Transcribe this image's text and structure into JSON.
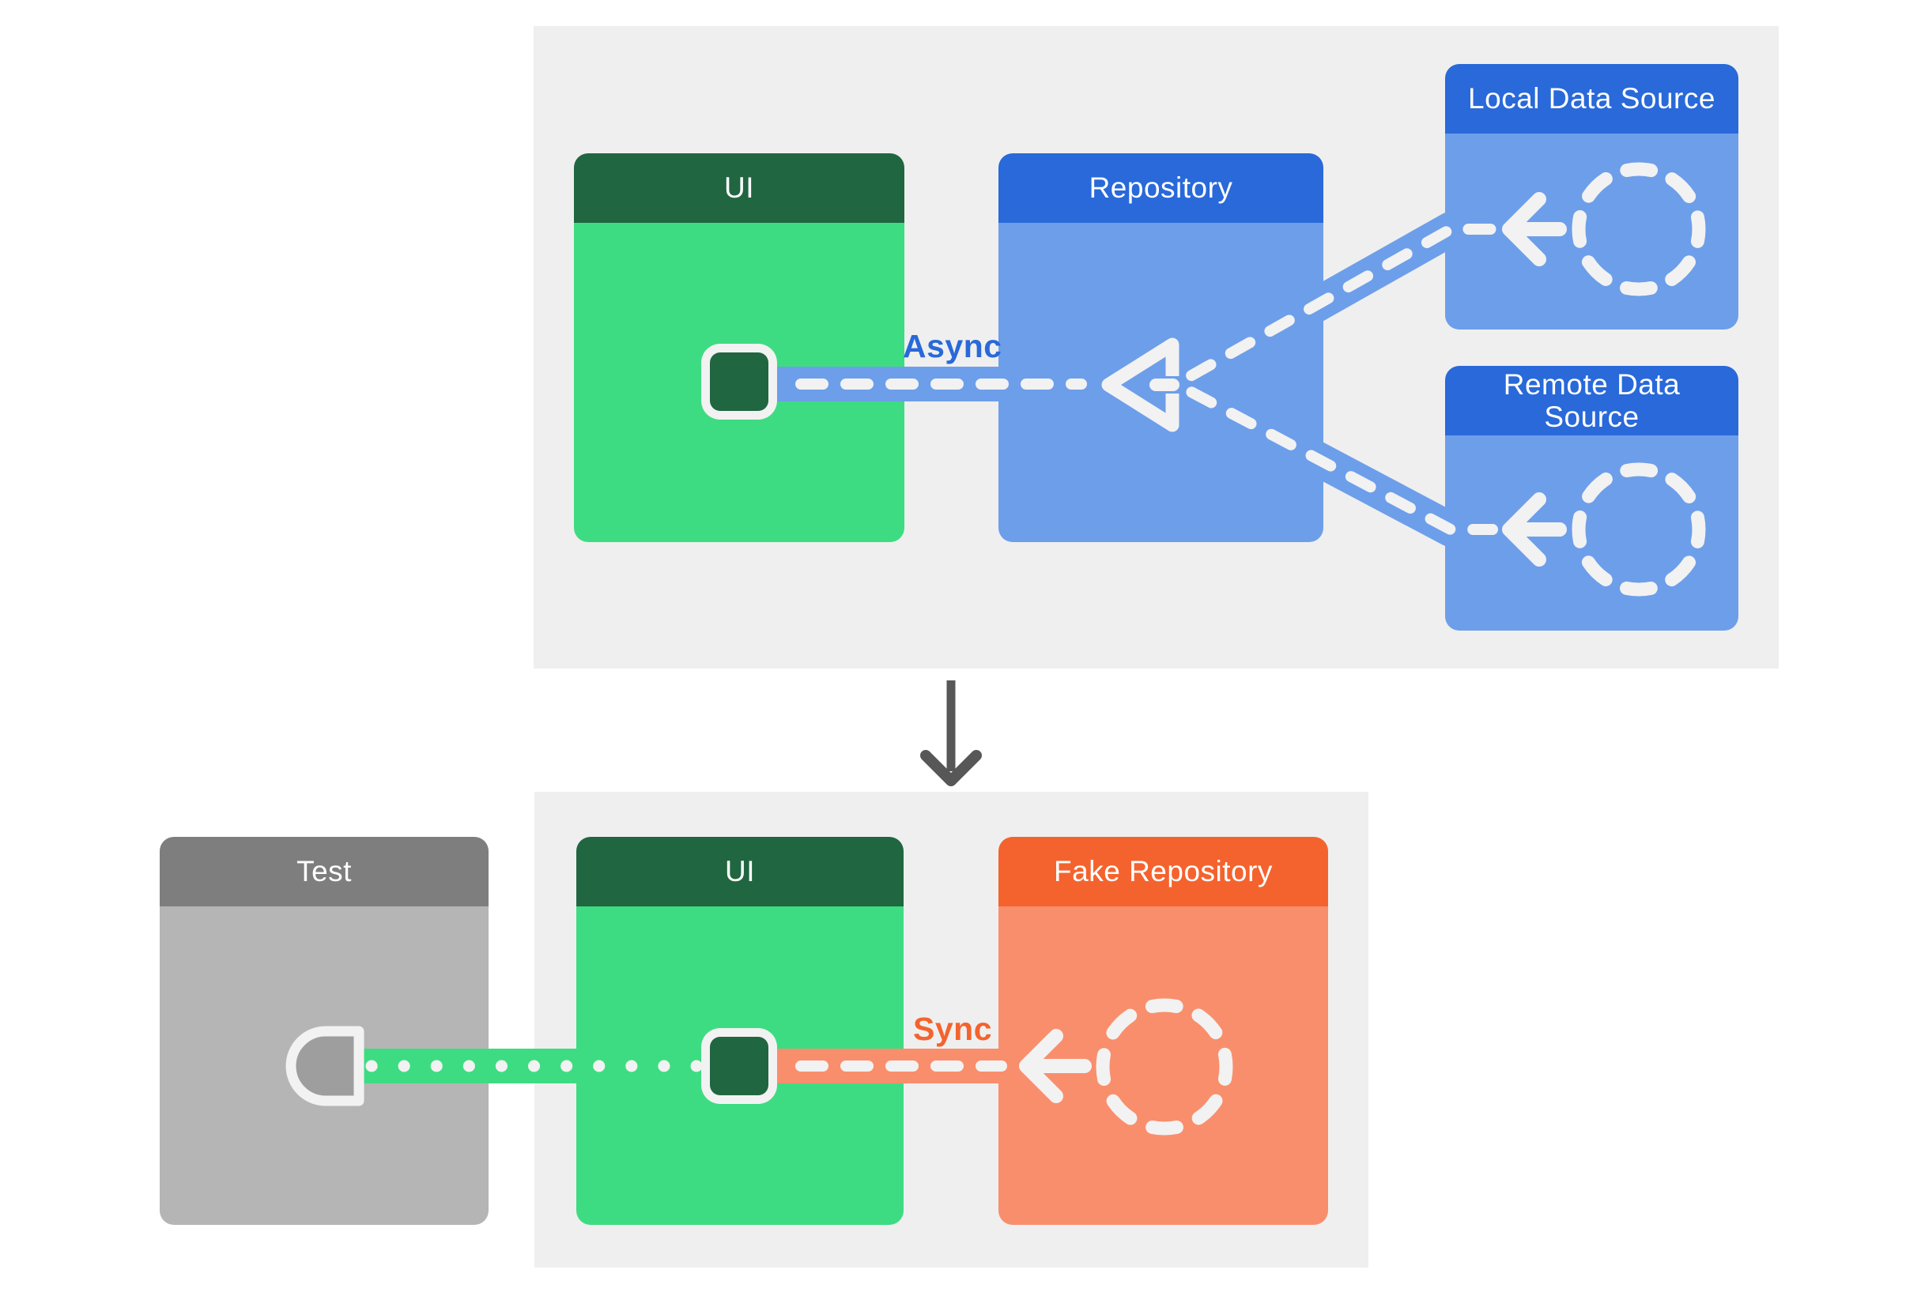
{
  "colors": {
    "page_bg": "#ffffff",
    "panel_bg": "#efefef",
    "green_header": "#206640",
    "green_body": "#3edc82",
    "blue_header": "#2969d9",
    "blue_body": "#6d9eea",
    "orange_header": "#f4632e",
    "orange_body": "#f98e6d",
    "gray_header": "#7e7e7e",
    "gray_body": "#b5b5b5",
    "connector_white": "#f2f2f2",
    "arrow_dark": "#575757",
    "async_text": "#2969d9",
    "sync_text": "#f4632e"
  },
  "top_section": {
    "ui_label": "UI",
    "repository_label": "Repository",
    "local_data_source_label": "Local Data Source",
    "remote_data_source_label": "Remote Data\nSource",
    "async_label": "Async"
  },
  "bottom_section": {
    "test_label": "Test",
    "ui_label": "UI",
    "fake_repository_label": "Fake Repository",
    "sync_label": "Sync"
  }
}
